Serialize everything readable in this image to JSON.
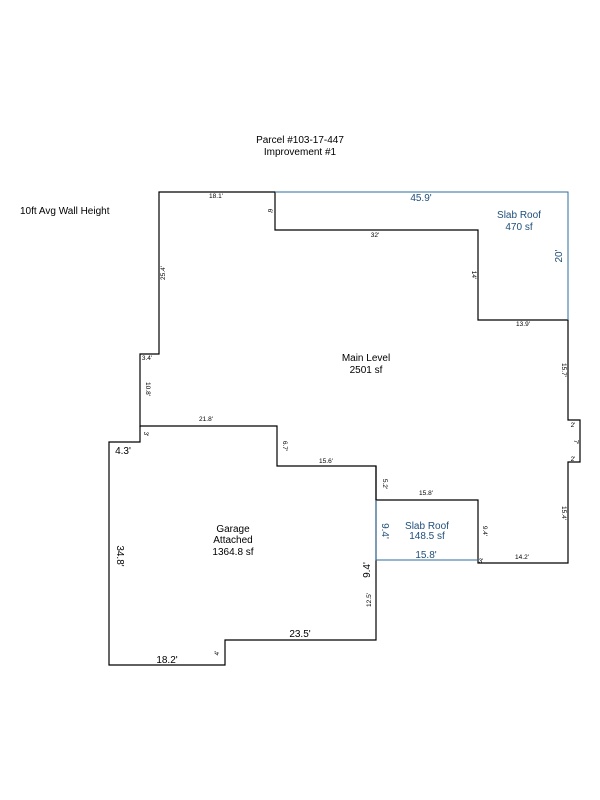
{
  "header": {
    "parcel": "Parcel #103-17-447",
    "improvement": "Improvement #1"
  },
  "note": "10ft Avg Wall Height",
  "colors": {
    "wall": "#000000",
    "slab": "#2e6e9e",
    "slab_text": "#1f4e79"
  },
  "areas": {
    "main_level": {
      "name": "Main Level",
      "area": "2501 sf"
    },
    "garage": {
      "name": "Garage",
      "type": "Attached",
      "area": "1364.8 sf"
    },
    "slab_roof_top": {
      "name": "Slab Roof",
      "area": "470 sf"
    },
    "slab_roof_bottom": {
      "name": "Slab Roof",
      "area": "148.5 sf"
    }
  },
  "dimensions": {
    "top_left": "18.1'",
    "notch_top": "6'",
    "slab_top_width": "45.9'",
    "inner_32": "32'",
    "inner_14": "14'",
    "slab_right": "20'",
    "inner_13_9": "13.9'",
    "left_25_4": "25.4'",
    "step_3_4": "3.4'",
    "left_10_8": "10.8'",
    "right_15_7": "15.7'",
    "right_2a": "2'",
    "right_7": "7'",
    "right_2b": "2'",
    "garage_top_21_8": "21.8'",
    "garage_step_3": "3'",
    "garage_left_4_3": "4.3'",
    "inner_6_7": "6.7'",
    "inner_15_6": "15.6'",
    "inner_5_2": "5.2'",
    "slab2_top": "15.8'",
    "slab2_left": "9.4'",
    "slab2_right": "9.4'",
    "slab2_bottom": "15.8'",
    "right_15_4": "15.4'",
    "bottom_14_2": "14.2'",
    "bottom_3": "3'",
    "garage_34_8": "34.8'",
    "garage_9_4": "9.4'",
    "garage_12_5": "12.5'",
    "garage_23_5": "23.5'",
    "garage_4": "4'",
    "garage_18_2": "18.2'"
  }
}
